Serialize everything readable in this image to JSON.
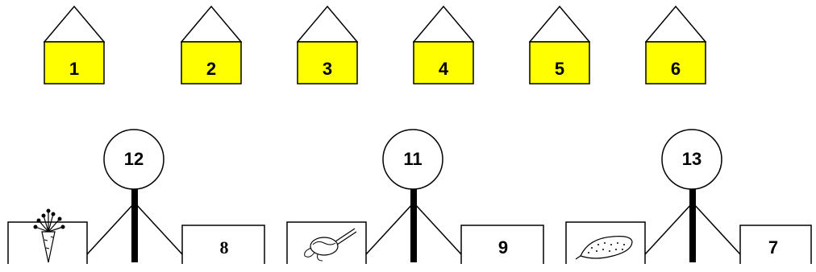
{
  "houses": [
    {
      "number": "1"
    },
    {
      "number": "2"
    },
    {
      "number": "3"
    },
    {
      "number": "4"
    },
    {
      "number": "5"
    },
    {
      "number": "6"
    }
  ],
  "colors": {
    "house_fill": "#ffff00",
    "outline": "#000000"
  },
  "trees": [
    {
      "circle_number": "12",
      "picture_icon": "carrot-icon",
      "box_number": "8"
    },
    {
      "circle_number": "11",
      "picture_icon": "onion-icon",
      "box_number": "9"
    },
    {
      "circle_number": "13",
      "picture_icon": "cucumber-icon",
      "box_number": "7"
    }
  ]
}
